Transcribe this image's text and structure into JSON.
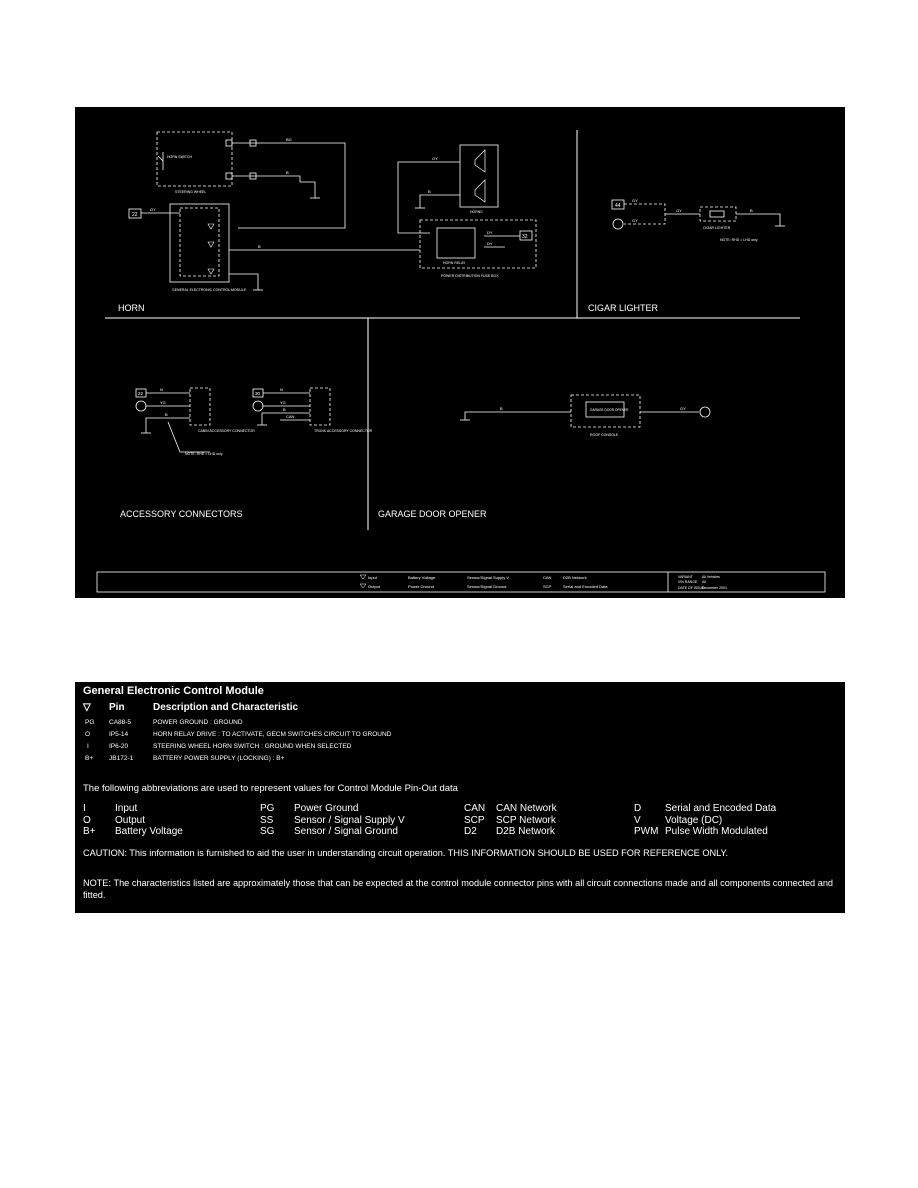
{
  "diagram": {
    "sections": {
      "horn": "HORN",
      "cigar": "CIGAR LIGHTER",
      "accessory": "ACCESSORY CONNECTORS",
      "garage": "GARAGE DOOR OPENER"
    },
    "horn_labels": {
      "steering_wheel": "STEERING WHEEL",
      "horn_switch": "HORN SWITCH",
      "gecm": "GENERAL ELECTRONIC CONTROL MODULE",
      "horns": "HORNS",
      "horn_relay": "HORN RELAY",
      "power_dist": "POWER DISTRIBUTION FUSE BOX",
      "ref_22": "22",
      "ref_32": "32",
      "wire_bg": "BG",
      "wire_b": "B",
      "wire_oy": "OY",
      "wire_dy": "DY"
    },
    "cigar_labels": {
      "ref": "44",
      "cigar_lighter": "CIGAR LIGHTER",
      "note": "NOTE: RHD = LHD only",
      "wire_gy": "GY",
      "wire_b": "B"
    },
    "accessory_labels": {
      "ref_a": "22",
      "ref_b": "30",
      "cabin": "CABIN ACCESSORY CONNECTOR",
      "trunk": "TRUNK ACCESSORY CONNECTOR",
      "note": "NOTE: RHD = LHD only",
      "wire_n": "N",
      "wire_yg": "YG",
      "wire_b": "B",
      "wire_can": "CAN"
    },
    "garage_labels": {
      "unit": "GARAGE DOOR OPENER",
      "roof_console": "ROOF CONSOLE",
      "wire_oy": "OY",
      "wire_b": "B"
    },
    "legend": {
      "input": "Input",
      "output": "Output",
      "battery_voltage": "Battery Voltage",
      "power_ground": "Power Ground",
      "sensor_supply": "Sensor/Signal Supply V",
      "sensor_ground": "Sensor/Signal Ground",
      "can": "CAN",
      "scp": "SCP",
      "d2b": "D2B Network",
      "serial": "Serial and Encoded Data",
      "variant_label": "VARIANT",
      "variant_value": "All Vehicles",
      "vin_label": "VIN RANGE",
      "vin_value": "All",
      "date_label": "DATE OF ISSUE",
      "date_value": "December 2001"
    }
  },
  "gecm": {
    "title": "General Electronic Control Module",
    "header_pin": "Pin",
    "header_desc": "Description and Characteristic",
    "rows": [
      {
        "type": "PG",
        "pin": "CA88-5",
        "desc": "POWER GROUND : GROUND"
      },
      {
        "type": "O",
        "pin": "IP5-14",
        "desc": "HORN RELAY DRIVE : TO ACTIVATE, GECM SWITCHES CIRCUIT TO GROUND"
      },
      {
        "type": "I",
        "pin": "IP6-20",
        "desc": "STEERING WHEEL HORN SWITCH : GROUND WHEN SELECTED"
      },
      {
        "type": "B+",
        "pin": "JB172-1",
        "desc": "BATTERY POWER SUPPLY (LOCKING) : B+"
      }
    ],
    "abbr_intro": "The following abbreviations are used to represent values for Control Module Pin-Out data",
    "abbreviations": [
      [
        {
          "k": "I",
          "v": "Input"
        },
        {
          "k": "PG",
          "v": "Power Ground"
        },
        {
          "k": "CAN",
          "v": "CAN Network"
        },
        {
          "k": "D",
          "v": "Serial and Encoded Data"
        }
      ],
      [
        {
          "k": "O",
          "v": "Output"
        },
        {
          "k": "SS",
          "v": "Sensor / Signal Supply V"
        },
        {
          "k": "SCP",
          "v": "SCP Network"
        },
        {
          "k": "V",
          "v": "Voltage (DC)"
        }
      ],
      [
        {
          "k": "B+",
          "v": "Battery Voltage"
        },
        {
          "k": "SG",
          "v": "Sensor / Signal Ground"
        },
        {
          "k": "D2",
          "v": "D2B Network"
        },
        {
          "k": "PWM",
          "v": "Pulse Width Modulated"
        }
      ]
    ],
    "caution": "CAUTION: This information  is furnished to aid the user in understanding circuit operation.  THIS INFORMATION SHOULD BE USED FOR  REFERENCE ONLY.",
    "note": "NOTE: The characteristics listed are approximately those that can be expected at the control module connector pins with all circuit connections made and all components connected and fitted."
  }
}
